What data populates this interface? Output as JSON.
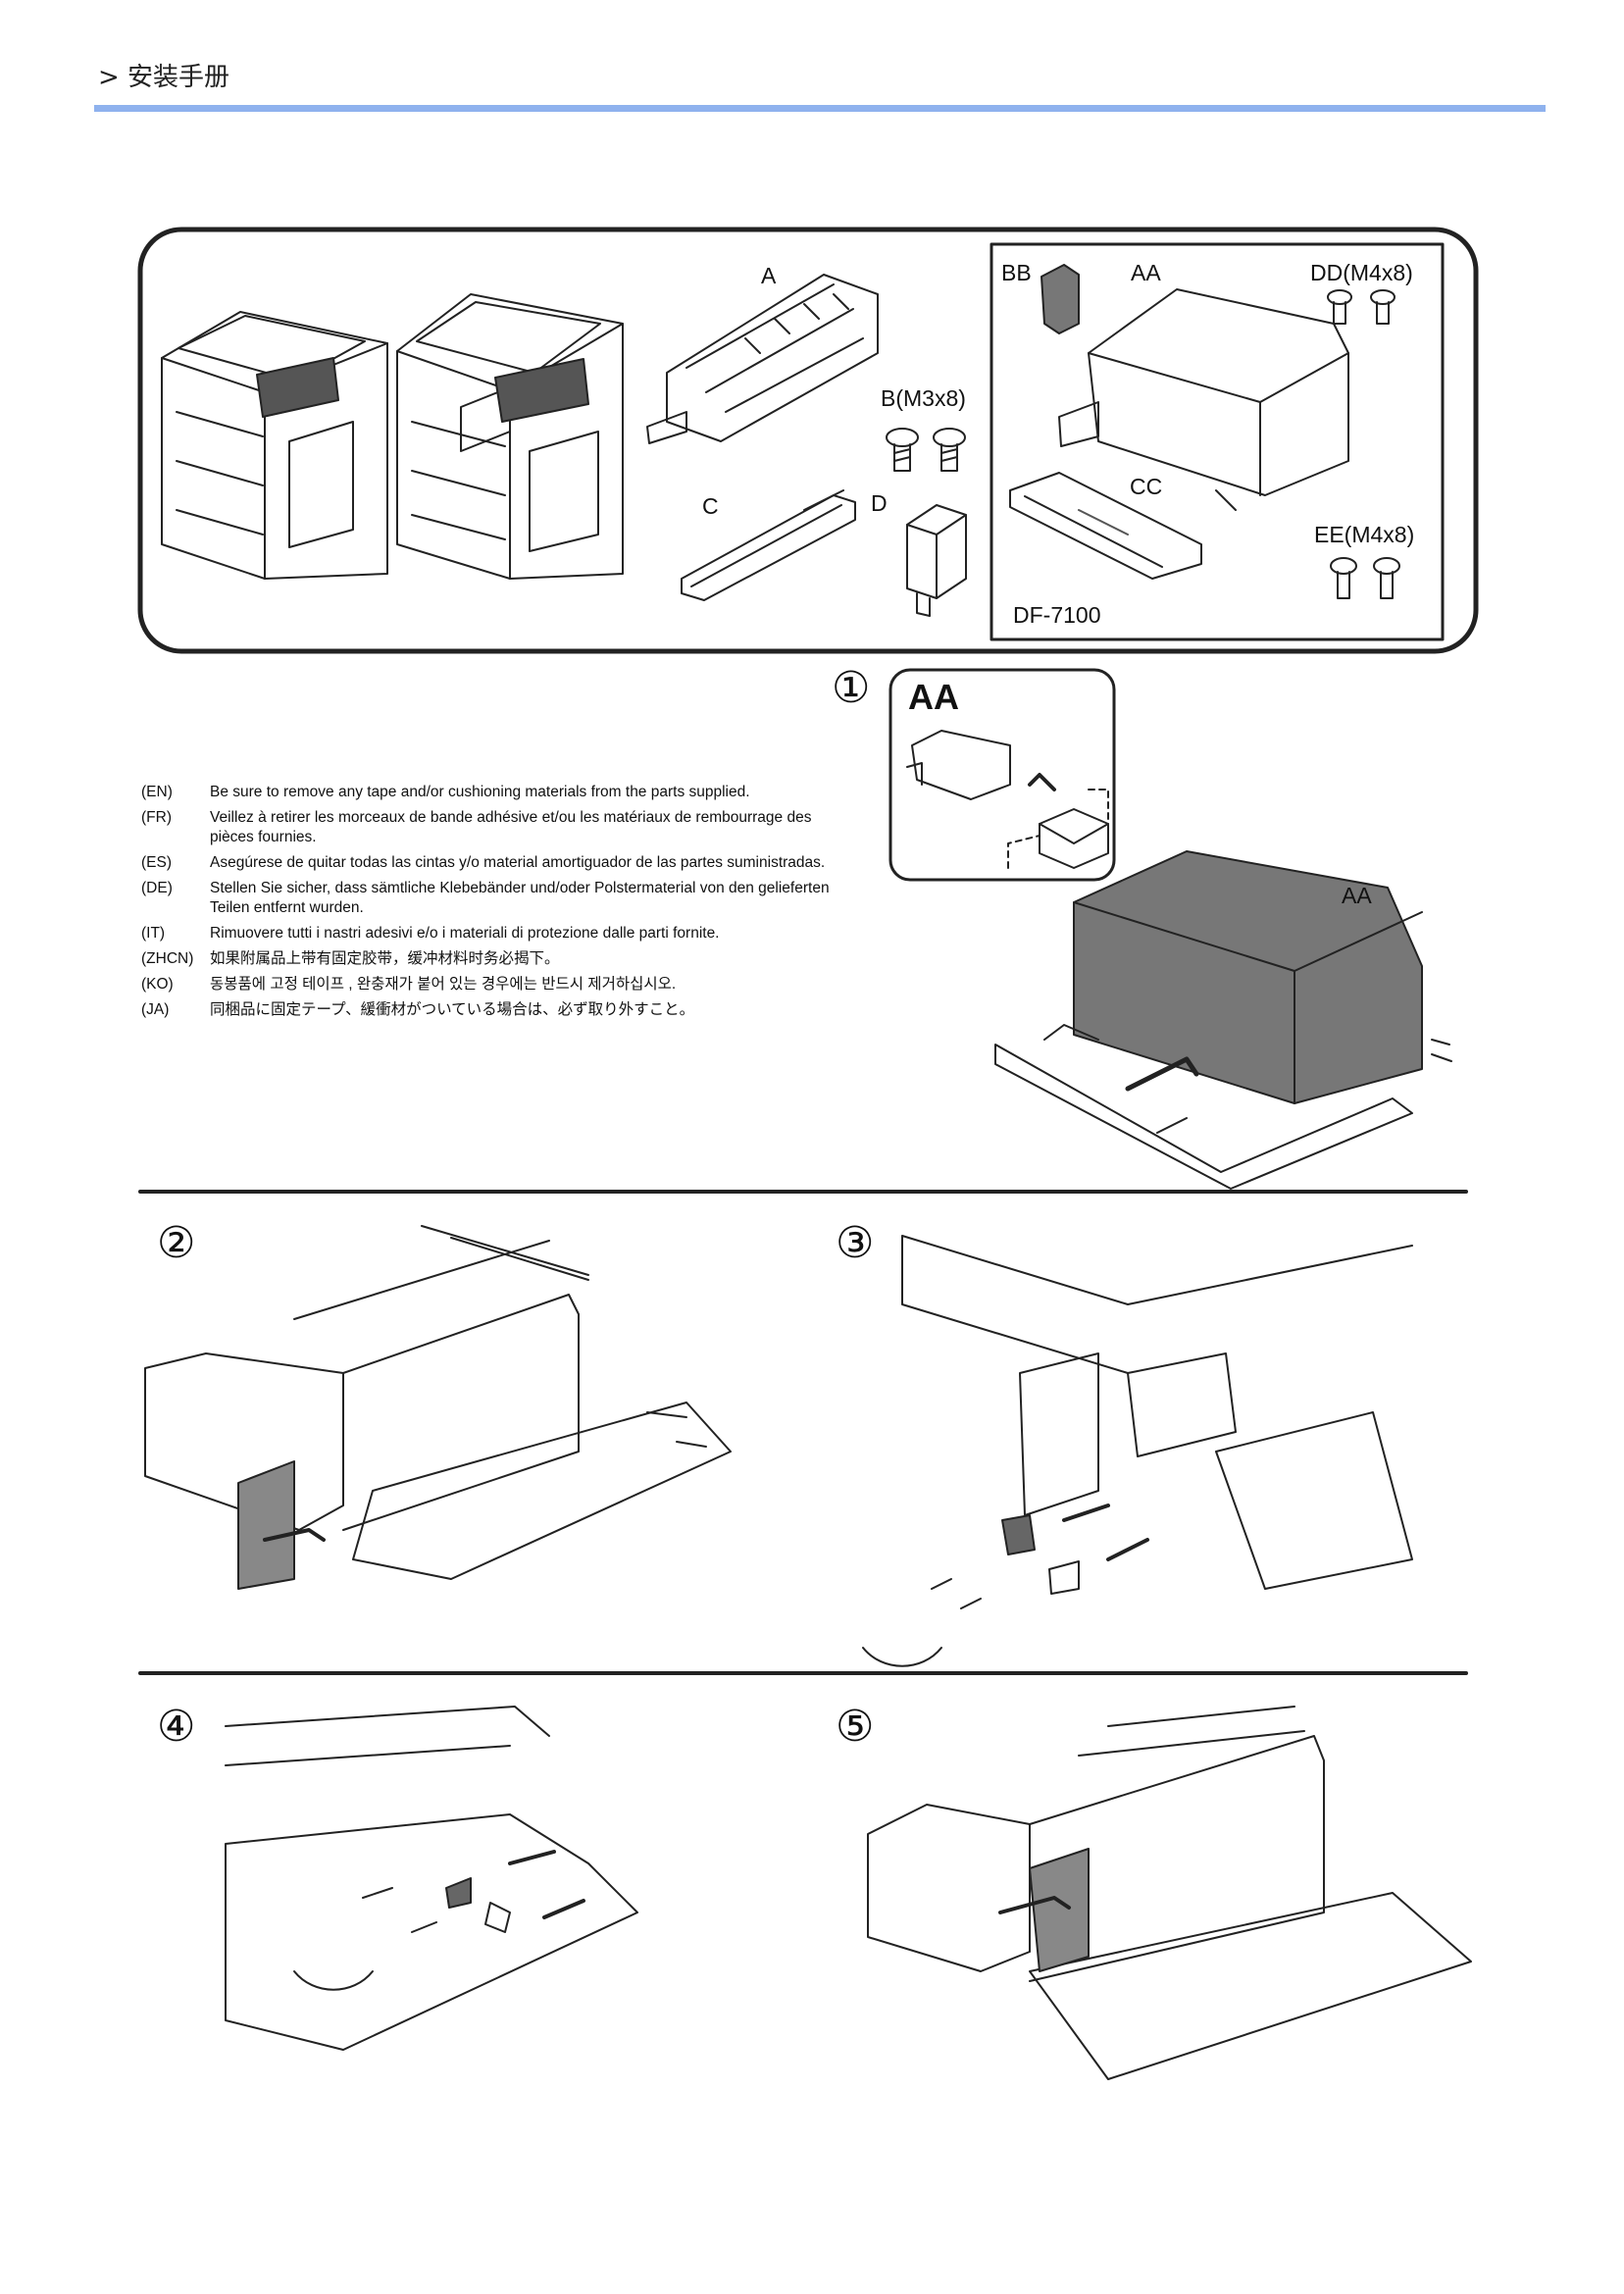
{
  "header": {
    "breadcrumb": "> 安装手册"
  },
  "parts_box": {
    "labels": {
      "A": "A",
      "B": "B(M3x8)",
      "C": "C",
      "D": "D"
    },
    "kit": {
      "BB": "BB",
      "AA": "AA",
      "DD": "DD(M4x8)",
      "CC": "CC",
      "EE": "EE(M4x8)",
      "model": "DF-7100"
    }
  },
  "step1": {
    "number": "①",
    "part_label": "AA",
    "callout_label": "AA",
    "notes": [
      {
        "code": "(EN)",
        "text": "Be sure to remove any tape and/or cushioning materials from the parts supplied."
      },
      {
        "code": "(FR)",
        "text": "Veillez à retirer les morceaux de bande adhésive et/ou les matériaux de rembourrage des pièces fournies."
      },
      {
        "code": "(ES)",
        "text": "Asegúrese de quitar todas las cintas y/o material amortiguador de las partes suministradas."
      },
      {
        "code": "(DE)",
        "text": "Stellen Sie sicher, dass sämtliche Klebebänder und/oder Polstermaterial von den gelieferten Teilen entfernt wurden."
      },
      {
        "code": "(IT)",
        "text": "Rimuovere tutti i nastri adesivi e/o i materiali di protezione dalle parti fornite."
      },
      {
        "code": "(ZHCN)",
        "text": "如果附属品上带有固定胶带，缓冲材料时务必揭下。"
      },
      {
        "code": "(KO)",
        "text": "동봉품에 고정 테이프 , 완충재가 붙어 있는 경우에는 반드시 제거하십시오."
      },
      {
        "code": "(JA)",
        "text": "同梱品に固定テープ、緩衝材がついている場合は、必ず取り外すこと。"
      }
    ]
  },
  "steps": {
    "s2": "②",
    "s3": "③",
    "s4": "④",
    "s5": "⑤"
  }
}
